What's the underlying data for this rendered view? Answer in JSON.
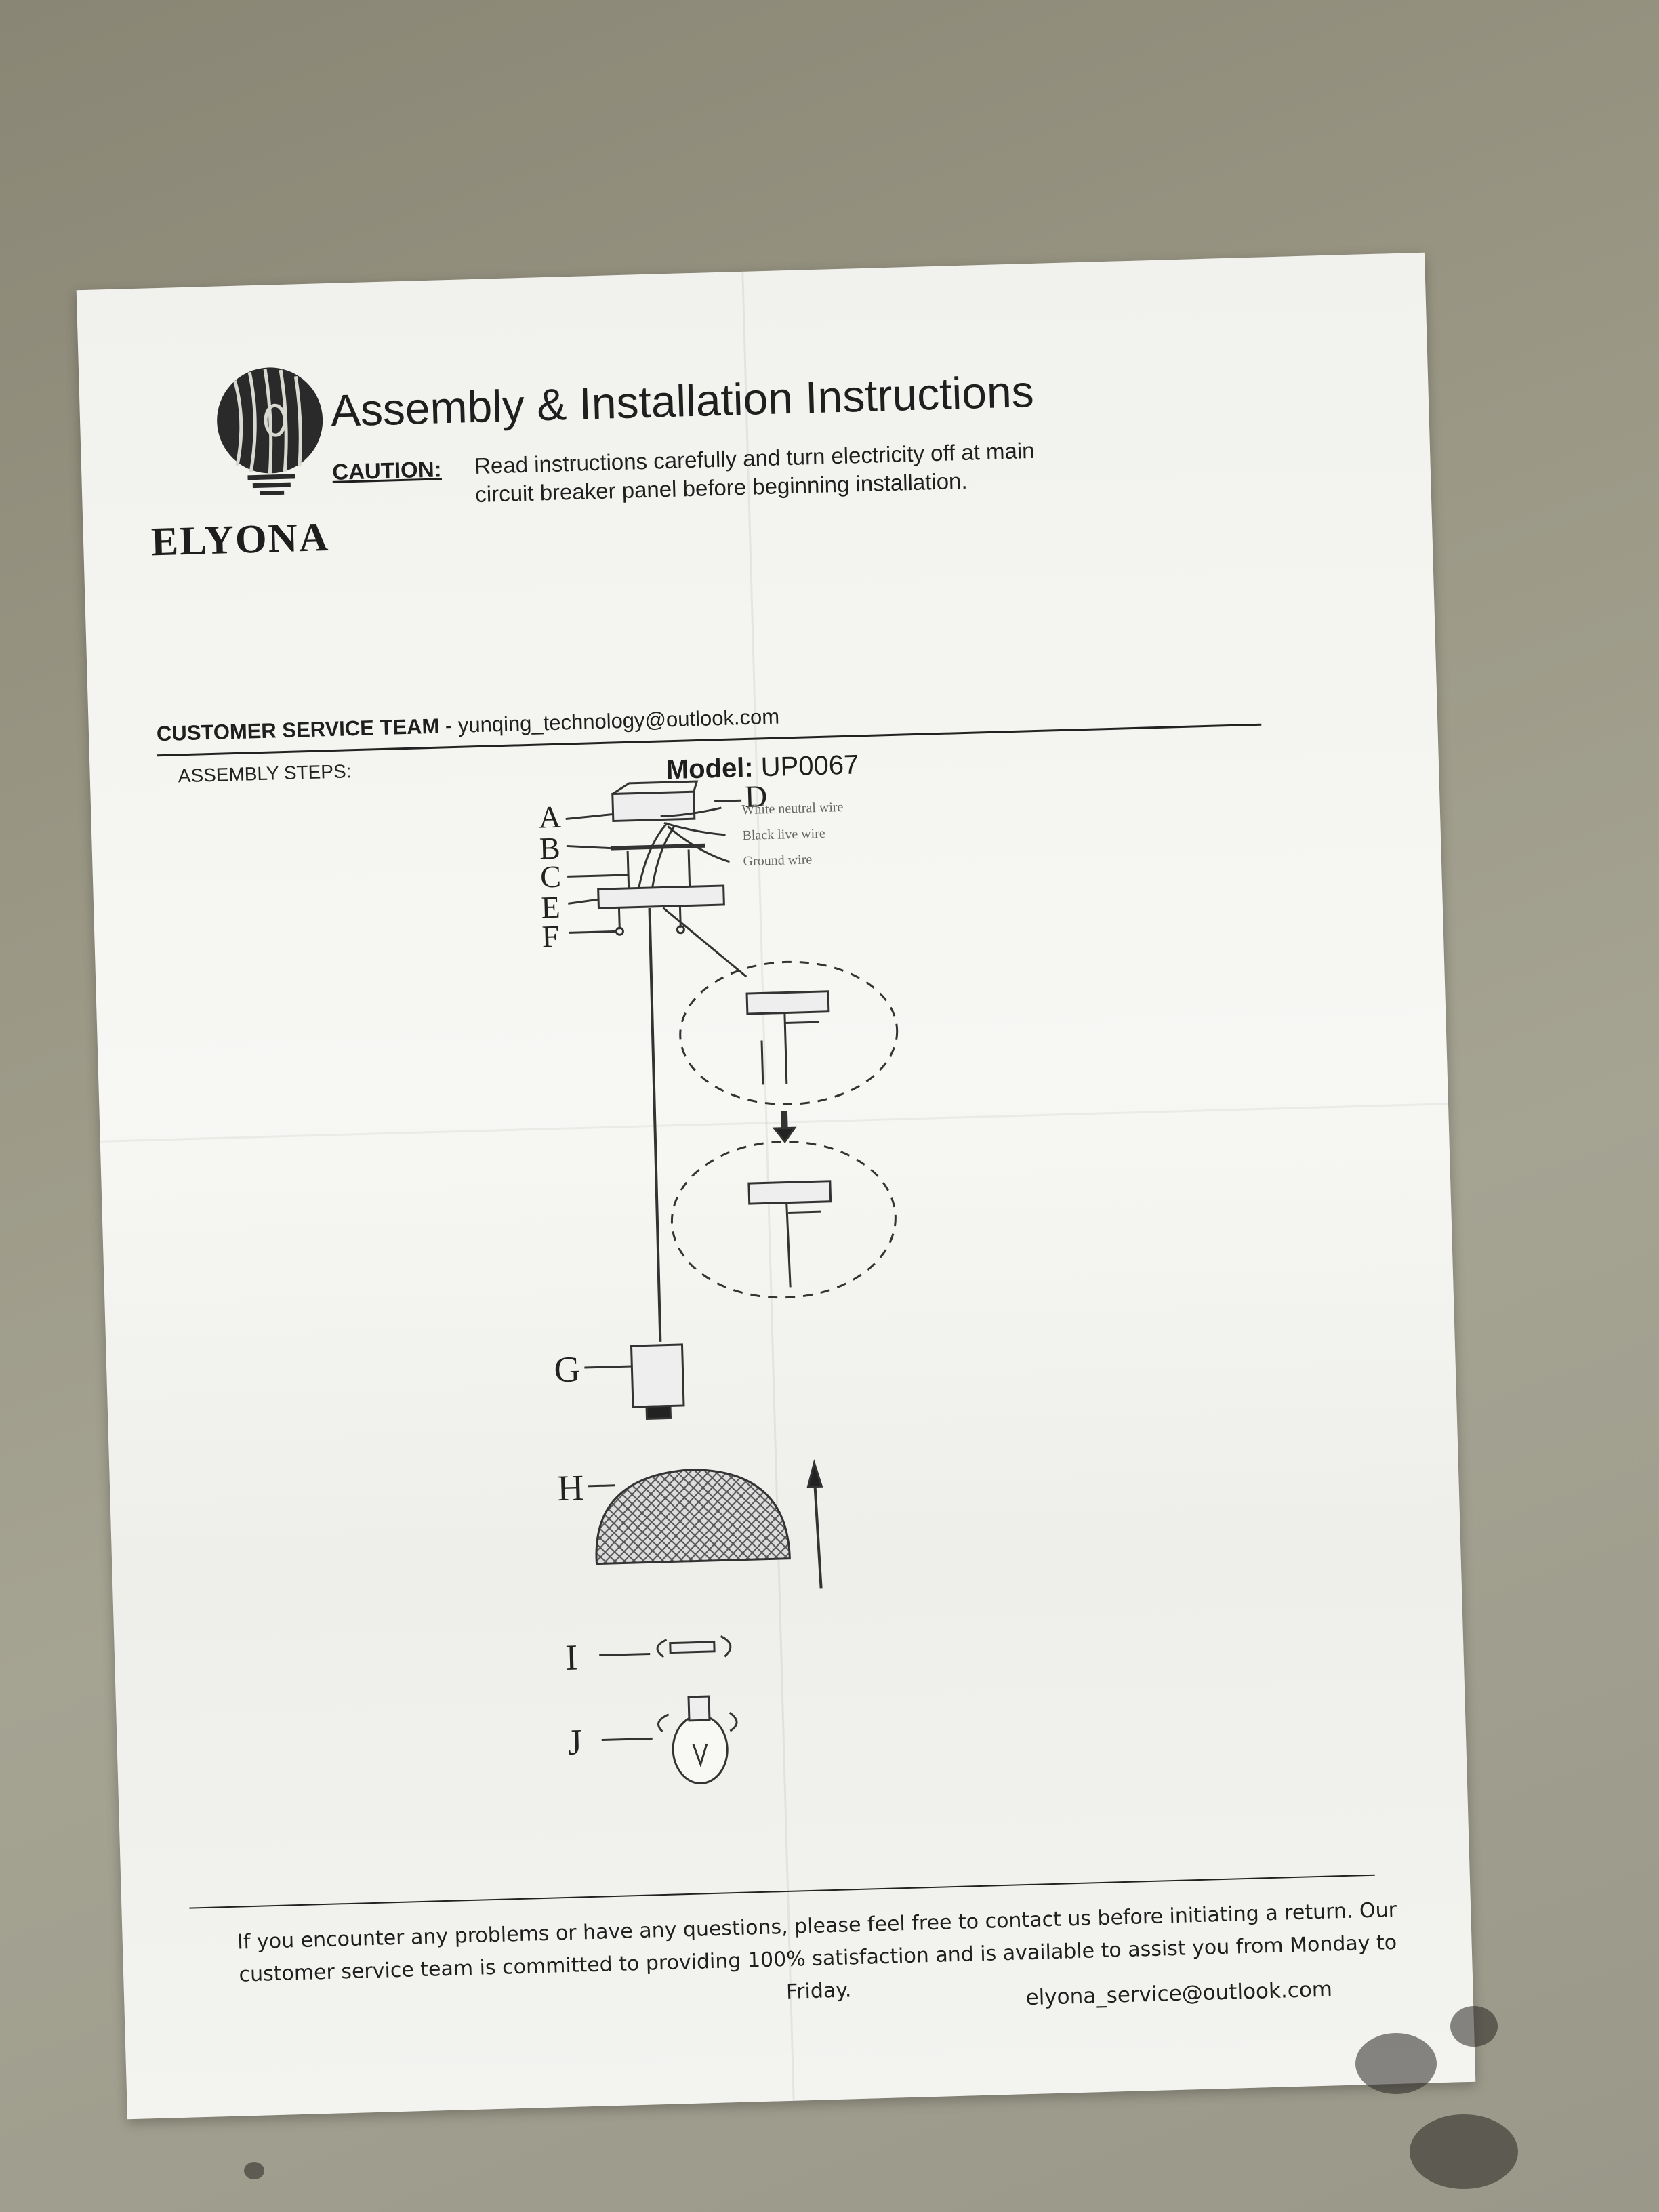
{
  "brand": {
    "name": "ELYONA"
  },
  "header": {
    "title": "Assembly & Installation Instructions",
    "caution_label": "CAUTION:",
    "caution_text": "Read instructions carefully and turn electricity off at main circuit breaker panel before beginning installation."
  },
  "customer_service": {
    "label": "CUSTOMER SERVICE TEAM",
    "separator": " - ",
    "email": "yunqing_technology@outlook.com"
  },
  "assembly": {
    "steps_label": "ASSEMBLY STEPS:",
    "model_label": "Model:",
    "model_value": "UP0067",
    "parts": [
      "A",
      "B",
      "C",
      "D",
      "E",
      "F",
      "G",
      "H",
      "I",
      "J"
    ],
    "wire_labels": [
      "White neutral wire",
      "Black live wire",
      "Ground wire"
    ]
  },
  "footer": {
    "message": "If you encounter any problems or have any questions, please feel free to contact us before initiating a return. Our customer service team is committed to providing 100% satisfaction and is available to assist you from Monday to Friday.",
    "email": "elyona_service@outlook.com"
  },
  "colors": {
    "ink": "#1f1f1f",
    "paper": "#f4f4f1",
    "background": "#9b9886"
  }
}
